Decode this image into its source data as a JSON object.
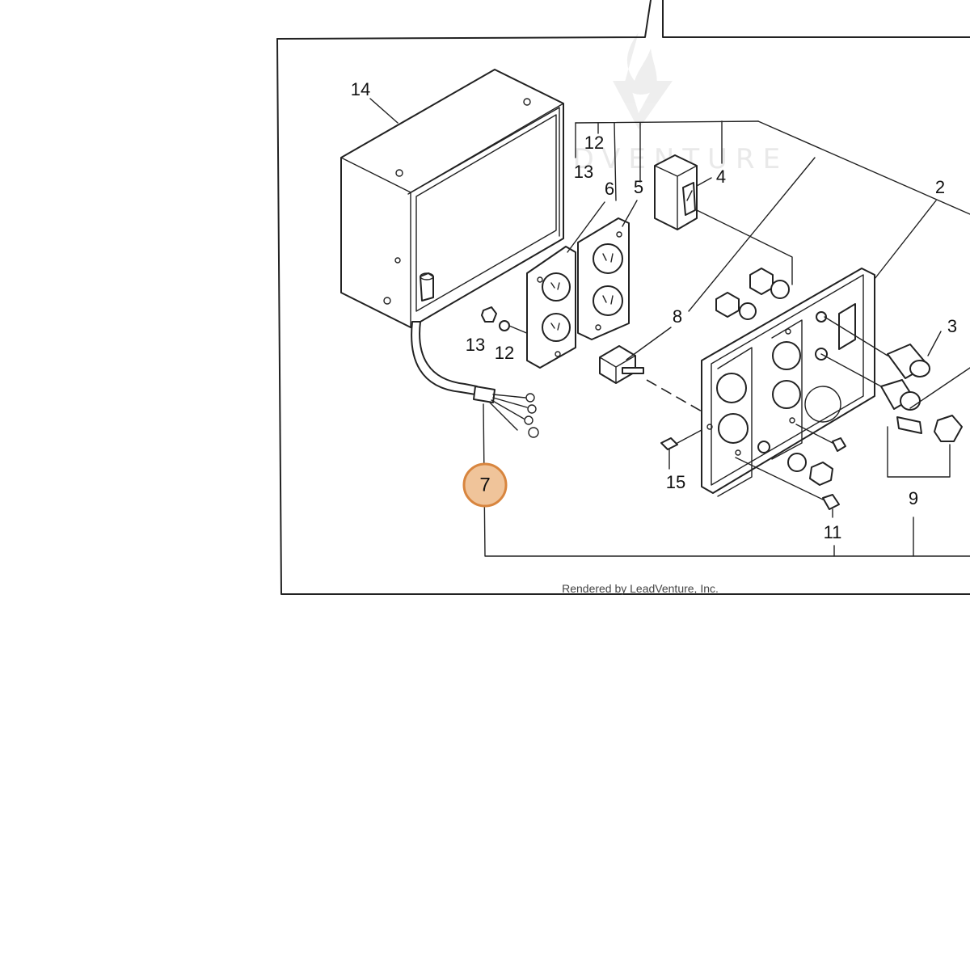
{
  "diagram": {
    "labels": {
      "p14": "14",
      "p12_top": "12",
      "p13_top": "13",
      "p6": "6",
      "p5": "5",
      "p4": "4",
      "p2": "2",
      "p3": "3",
      "p8": "8",
      "p13_mid": "13",
      "p12_mid": "12",
      "p7": "7",
      "p15": "15",
      "p9": "9",
      "p11": "11"
    },
    "credit": "Rendered by LeadVenture, Inc.",
    "watermark": "LEADVENTURE",
    "colors": {
      "highlight_fill": "#f0c49a",
      "highlight_stroke": "#d8853e",
      "line": "#222222"
    }
  }
}
